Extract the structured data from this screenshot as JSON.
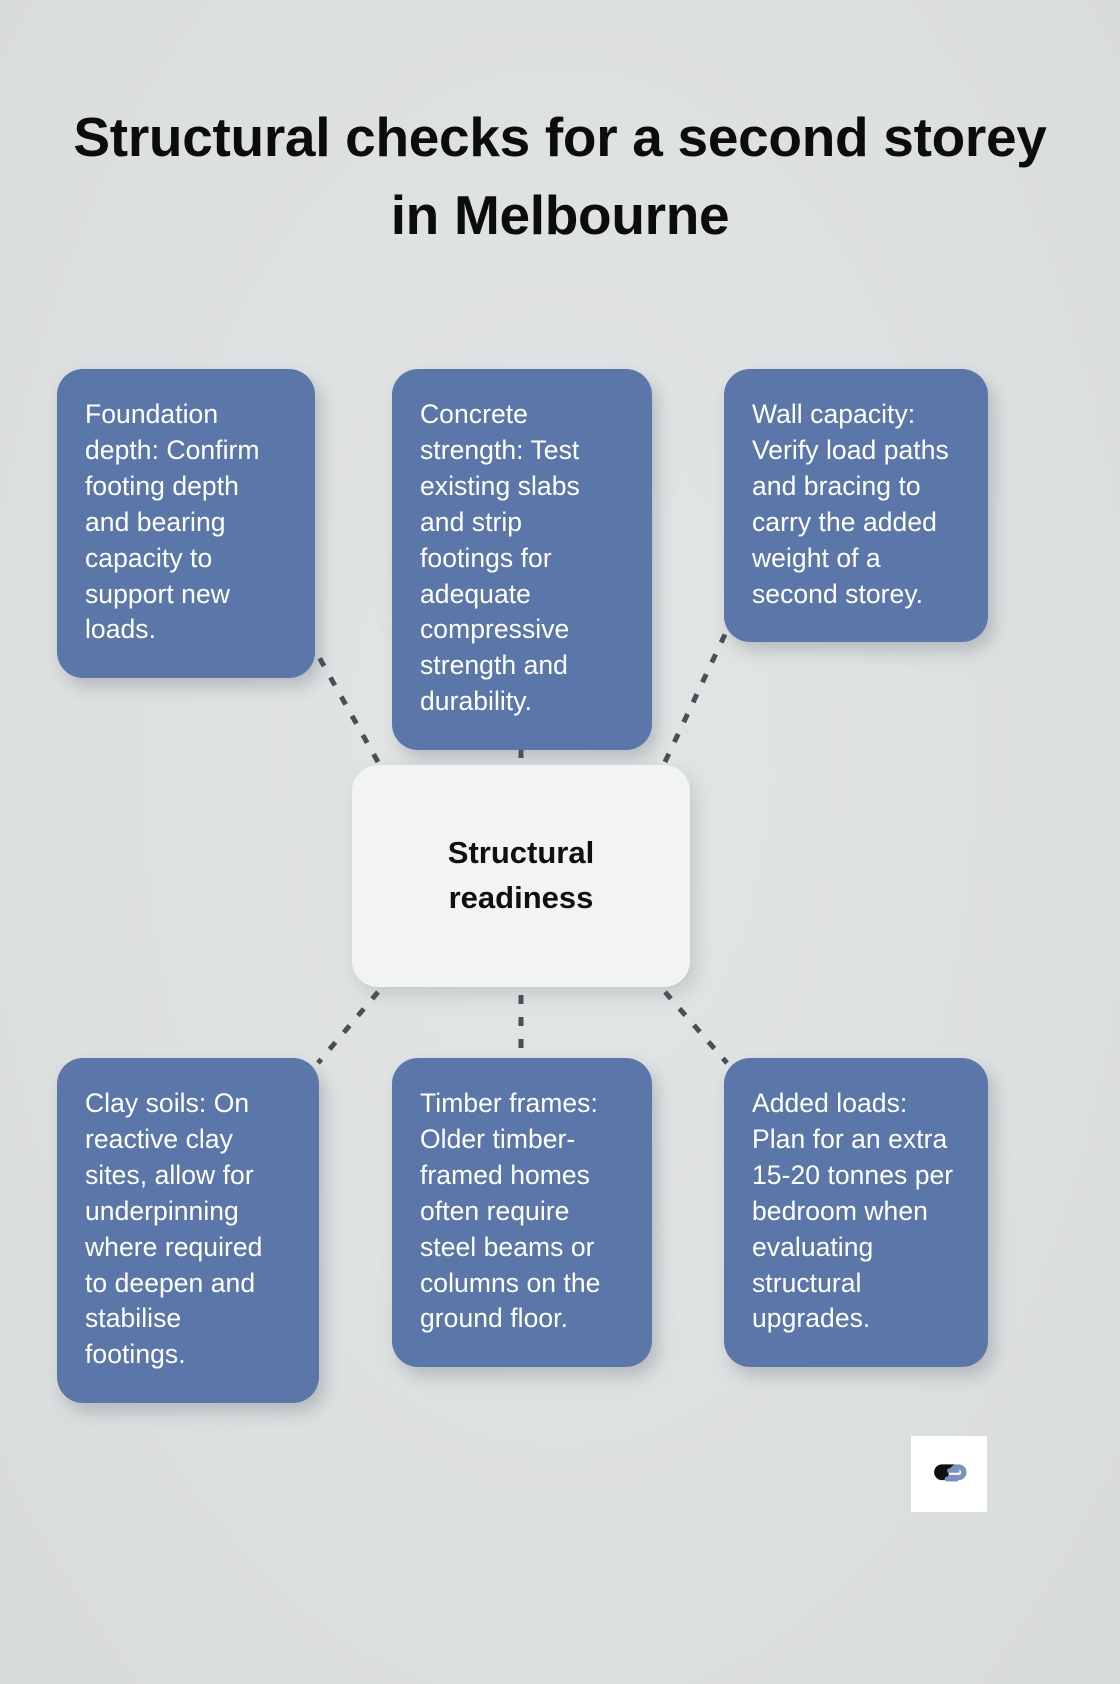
{
  "page": {
    "title": "Structural checks for a second storey in Melbourne",
    "background_color": "#dee1e1",
    "node_color": "#5b77a9",
    "center_color": "#f2f3f3",
    "connector_color": "#4c4f52",
    "text_color": "#ffffff",
    "heading_color": "#0c0c0c"
  },
  "center": {
    "label": "Structural readiness"
  },
  "nodes": {
    "top": [
      {
        "id": "foundation-depth",
        "text": "Foundation depth: Confirm footing depth and bearing capacity to support new loads."
      },
      {
        "id": "concrete-strength",
        "text": "Concrete strength: Test existing slabs and strip footings for adequate compressive strength and durability."
      },
      {
        "id": "wall-capacity",
        "text": "Wall capacity: Verify load paths and bracing to carry the added weight of a second storey."
      }
    ],
    "bottom": [
      {
        "id": "clay-soils",
        "text": "Clay soils: On reactive clay sites, allow for underpinning where required to deepen and stabilise footings."
      },
      {
        "id": "timber-frames",
        "text": "Timber frames: Older timber-framed homes often require steel beams or columns on the ground floor."
      },
      {
        "id": "added-loads",
        "text": "Added loads: Plan for an extra 15-20 tonnes per bedroom when evaluating structural upgrades."
      }
    ]
  },
  "logo": {
    "name": "brand-logo-icon",
    "primary_color": "#101010",
    "accent_color": "#7a92bd"
  }
}
